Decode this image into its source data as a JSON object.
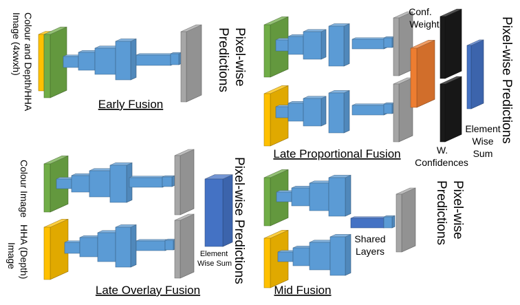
{
  "colors": {
    "rgb_input": "#70AD47",
    "depth_input": "#FFC000",
    "layer_blue": "#5B9BD5",
    "shared_blue": "#4472C4",
    "output_gray": "#A6A6A6",
    "confidence_black": "#1A1A1A",
    "weight_orange": "#ED7D31",
    "sum_blue": "#4472C4"
  },
  "panels": {
    "early_fusion": {
      "title": "Early Fusion",
      "input_label_line1": "Colour and Depth/HHA",
      "input_label_line2": "Image (4xwxh)",
      "output_label_line1": "Pixel-wise",
      "output_label_line2": "Predictions"
    },
    "late_proportional_fusion": {
      "title": "Late Proportional Fusion",
      "conf_weight_line1": "Conf.",
      "conf_weight_line2": "Weight",
      "w_conf_line1": "W.",
      "w_conf_line2": "Confidences",
      "sum_line1": "Element",
      "sum_line2": "Wise",
      "sum_line3": "Sum",
      "output_label": "Pixel-wise Predictions"
    },
    "late_overlay_fusion": {
      "title": "Late Overlay Fusion",
      "colour_label": "Colour Image",
      "hha_label_line1": "HHA (Depth)",
      "hha_label_line2": "Image",
      "sum_line1": "Element",
      "sum_line2": "Wise Sum",
      "output_label": "Pixel-wise Predictions"
    },
    "mid_fusion": {
      "title": "Mid Fusion",
      "shared_line1": "Shared",
      "shared_line2": "Layers",
      "output_label_line1": "Pixel-wise",
      "output_label_line2": "Predictions"
    }
  }
}
